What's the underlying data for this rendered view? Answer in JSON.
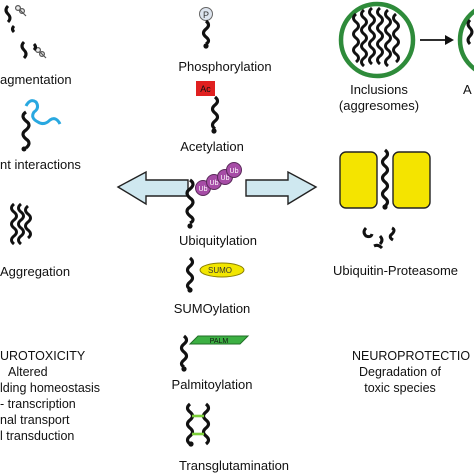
{
  "left_panel": {
    "fragmentation_label": "agmentation",
    "interactions_label": "nt interactions",
    "aggregation_label": "Aggregation",
    "neurotoxicity": {
      "title": "UROTOXICITY",
      "lines": [
        "Altered",
        "lding homeostasis",
        "- transcription",
        "nal transport",
        "l transduction"
      ]
    }
  },
  "center_column": {
    "phosphorylation": {
      "label": "Phosphorylation",
      "tag": "P"
    },
    "acetylation": {
      "label": "Acetylation",
      "tag": "Ac"
    },
    "ubiquitylation": {
      "label": "Ubiquitylation",
      "tag": "Ub"
    },
    "sumoylation": {
      "label": "SUMOylation",
      "tag": "SUMO"
    },
    "palmitoylation": {
      "label": "Palmitoylation",
      "tag": "PALM"
    },
    "transglutamination": {
      "label": "Transglutamination"
    }
  },
  "right_panel": {
    "inclusions_label_1": "Inclusions",
    "inclusions_label_2": "(aggresomes)",
    "clipped_label": "A",
    "proteasome_label": "Ubiquitin-Proteasome",
    "neuroprotection": {
      "title": "NEUROPROTECTIO",
      "lines": [
        "Degradation of",
        "toxic species"
      ]
    }
  },
  "colors": {
    "ubiquitin": "#a64ca6",
    "acetyl": "#e02020",
    "sumo": "#f2e600",
    "palm": "#3cb043",
    "proteasome": "#f4e400",
    "arrow_fill": "#cfe8f0",
    "inclusion_ring": "#2e8b3a",
    "interaction_partner": "#29a8e0"
  }
}
